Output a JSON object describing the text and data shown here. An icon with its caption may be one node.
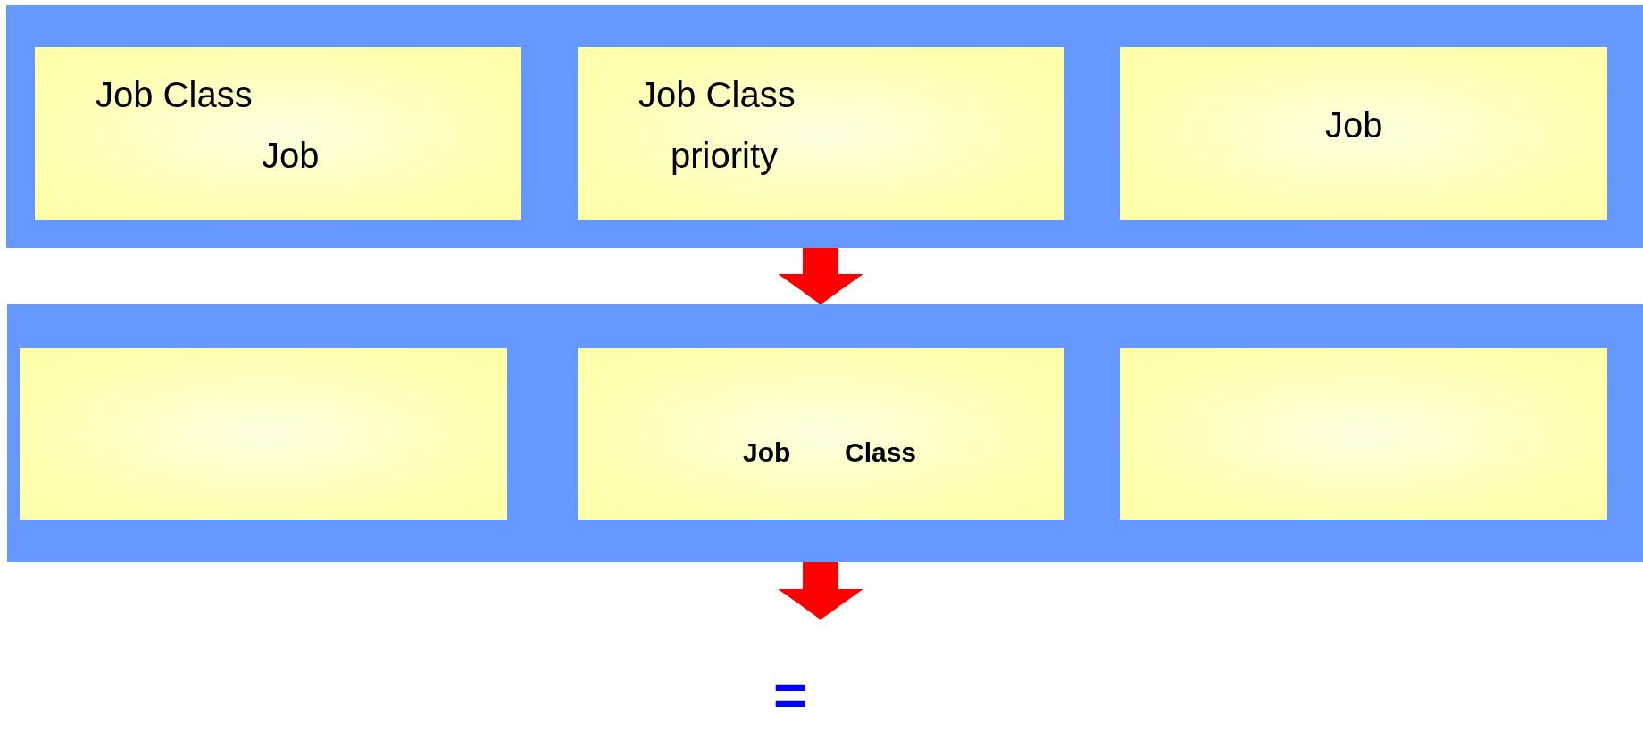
{
  "diagram": {
    "nodes": [
      {
        "text": [],
        "shape": "box"
      },
      {
        "text": [
          "Job Class",
          "Job"
        ],
        "in": 0
      },
      {
        "text": [
          "Job Class",
          "priority"
        ],
        "in": 0
      },
      {
        "text": [
          "Job"
        ],
        "in": 0
      },
      {
        "text": [],
        "shape": "box"
      },
      {
        "text": [],
        "shape": "box",
        "in": 4
      },
      {
        "text": [
          "Job",
          "Class"
        ],
        "in": 4
      },
      {
        "text": [],
        "shape": "box",
        "in": 4
      },
      {
        "text": [
          "="
        ]
      }
    ],
    "edges": [
      {
        "from": 0,
        "to": 4,
        "arrow": "to"
      },
      {
        "from": 4,
        "to": 8,
        "arrow": "to"
      }
    ]
  }
}
